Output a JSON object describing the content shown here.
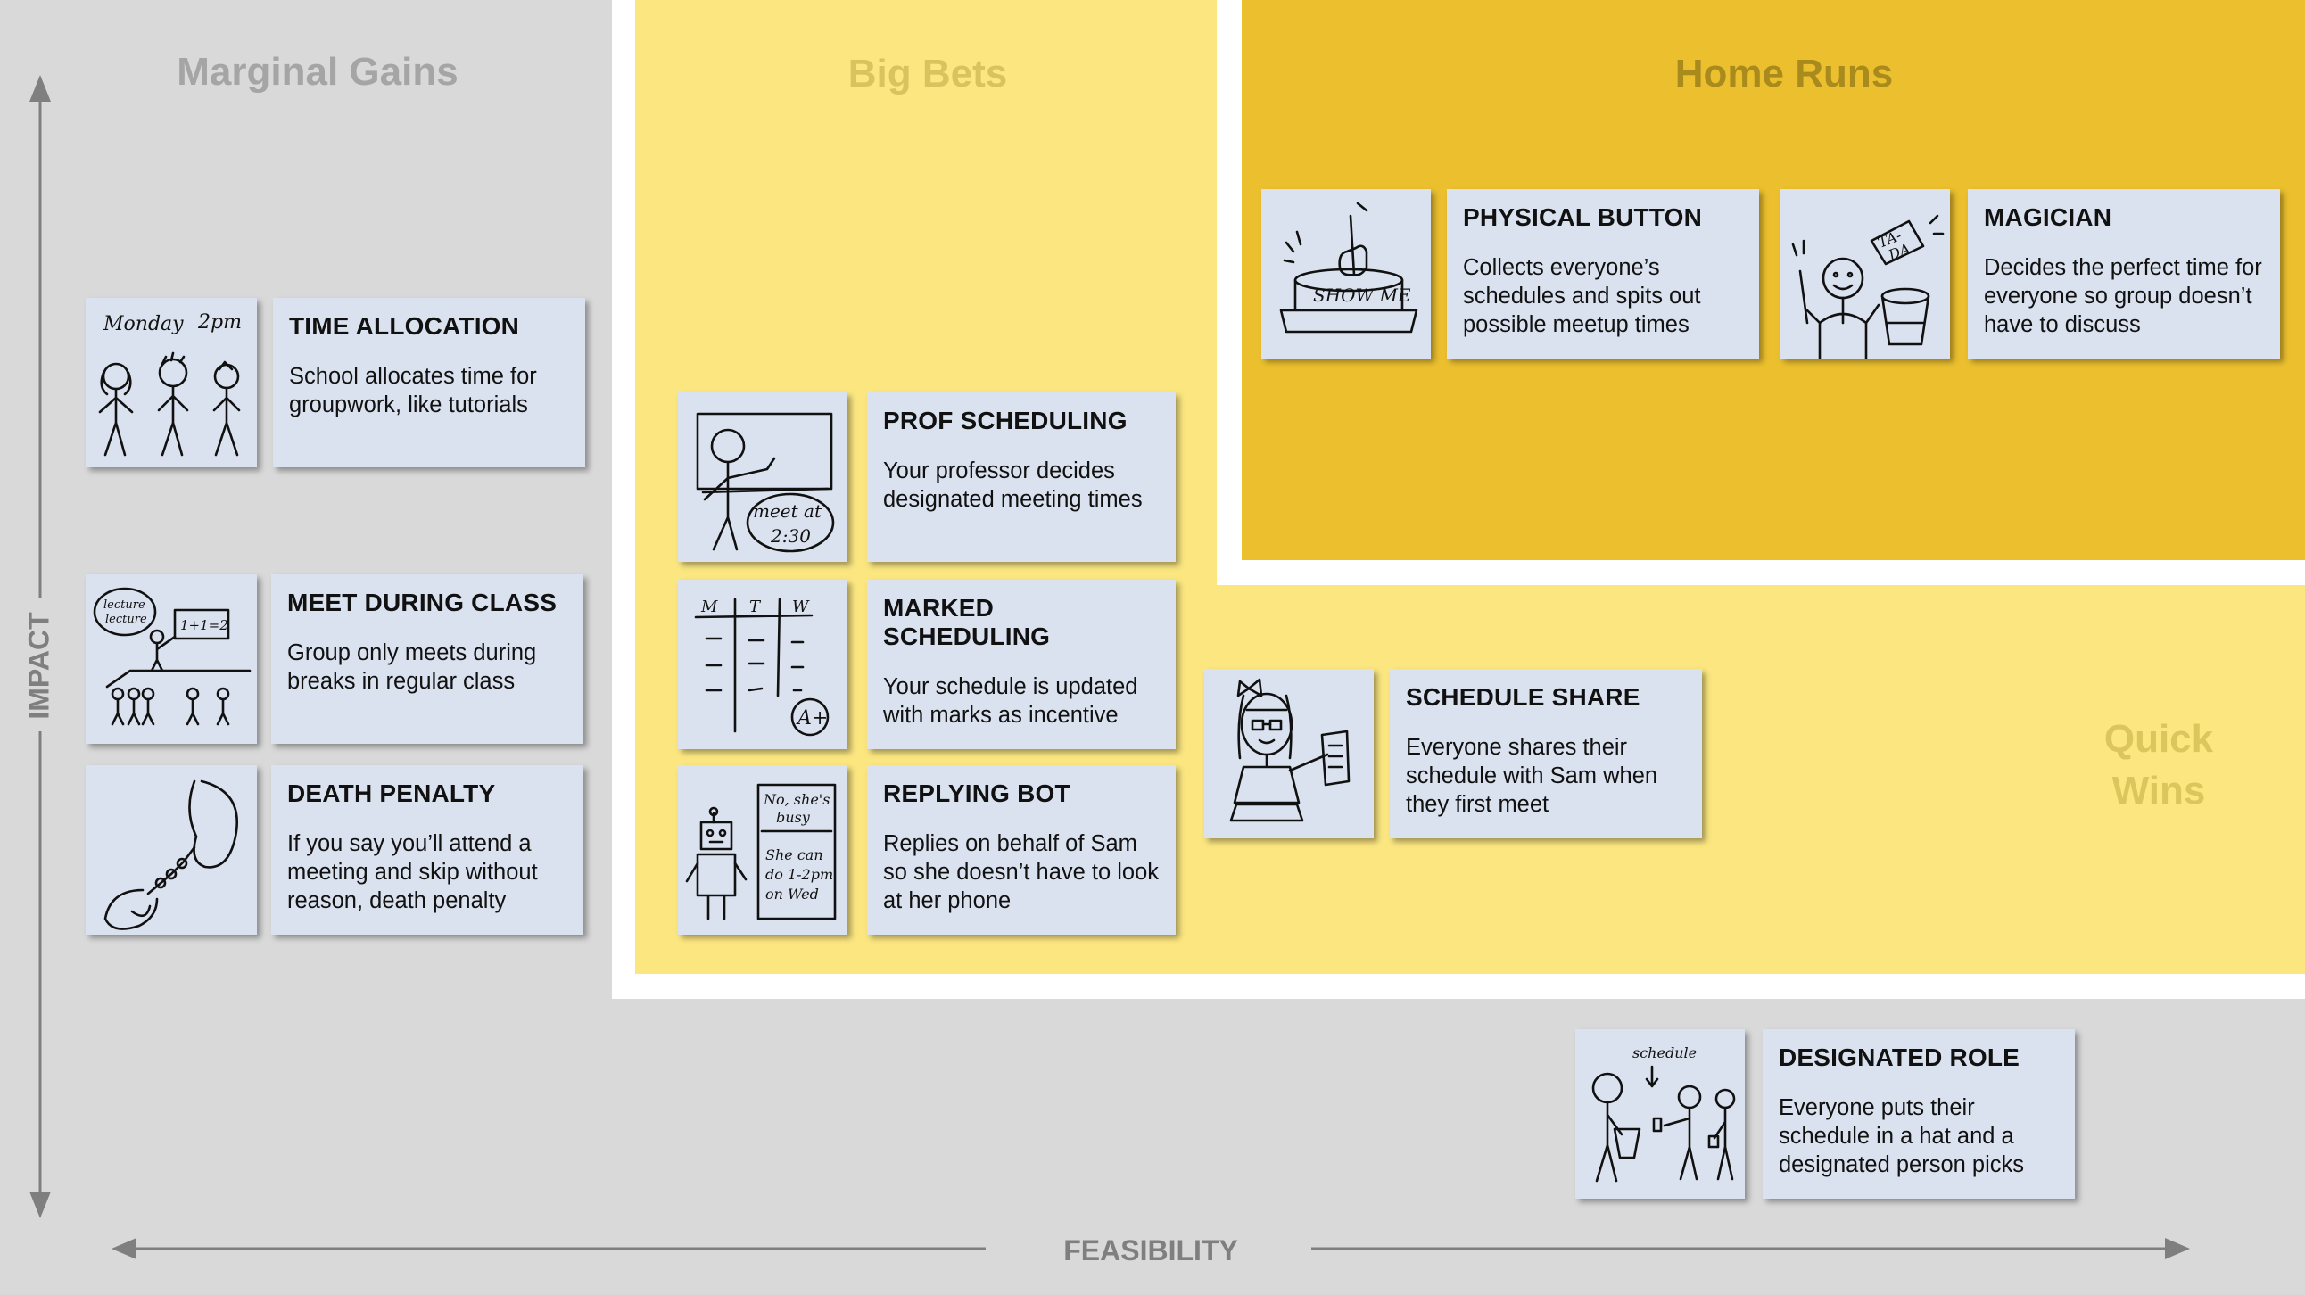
{
  "colors": {
    "background": "#d9d9d9",
    "big_bets": "#fbe680",
    "quick_wins": "#fbe680",
    "home_runs": "#ebbf2e",
    "card": "#dbe2ef",
    "axis": "#7f7f7f"
  },
  "regions": {
    "marginal_gains": "Marginal Gains",
    "big_bets": "Big Bets",
    "home_runs": "Home Runs",
    "quick_wins": "Quick Wins"
  },
  "axes": {
    "impact": "IMPACT",
    "feasibility": "FEASIBILITY"
  },
  "ideas": {
    "time_allocation": {
      "title": "TIME ALLOCATION",
      "description": "School allocates time for groupwork, like tutorials",
      "sketch_icon": "stick-figures-calendar-icon",
      "sketch_text": [
        "Monday",
        "2pm"
      ]
    },
    "meet_during_class": {
      "title": "MEET DURING CLASS",
      "description": "Group only meets during breaks in regular class",
      "sketch_icon": "classroom-lecture-icon",
      "sketch_text": [
        "lecture",
        "lecture",
        "1+1=2"
      ]
    },
    "death_penalty": {
      "title": "DEATH PENALTY",
      "description": "If you say you’ll attend a meeting and skip without reason, death penalty",
      "sketch_icon": "handcuffs-icon"
    },
    "prof_scheduling": {
      "title": "PROF SCHEDULING",
      "description": "Your professor decides designated meeting times",
      "sketch_icon": "professor-board-icon",
      "sketch_text": [
        "meet at",
        "2:30"
      ]
    },
    "marked_scheduling": {
      "title": "MARKED SCHEDULING",
      "description": "Your schedule is updated with marks as incentive",
      "sketch_icon": "graded-schedule-icon",
      "sketch_text": [
        "M",
        "T",
        "W",
        "A+"
      ]
    },
    "replying_bot": {
      "title": "REPLYING BOT",
      "description": "Replies on behalf of Sam so she doesn’t have to look at her phone",
      "sketch_icon": "robot-message-icon",
      "sketch_text": [
        "No, she's",
        "busy",
        "She can",
        "do 1-2pm",
        "on Wed"
      ]
    },
    "physical_button": {
      "title": "PHYSICAL BUTTON",
      "description": "Collects everyone’s schedules and spits out possible meetup times",
      "sketch_icon": "button-press-icon",
      "sketch_text": [
        "SHOW ME"
      ]
    },
    "magician": {
      "title": "MAGICIAN",
      "description": "Decides the perfect time for everyone so group doesn’t have to discuss",
      "sketch_icon": "magician-hat-icon",
      "sketch_text": [
        "TA-",
        "DA"
      ]
    },
    "schedule_share": {
      "title": "SCHEDULE SHARE",
      "description": "Everyone shares their schedule with Sam when they first meet",
      "sketch_icon": "girl-with-schedule-icon"
    },
    "designated_role": {
      "title": "DESIGNATED ROLE",
      "description": "Everyone puts their schedule in a hat and a designated person picks",
      "sketch_icon": "hat-draw-icon",
      "sketch_text": [
        "schedule"
      ]
    }
  }
}
